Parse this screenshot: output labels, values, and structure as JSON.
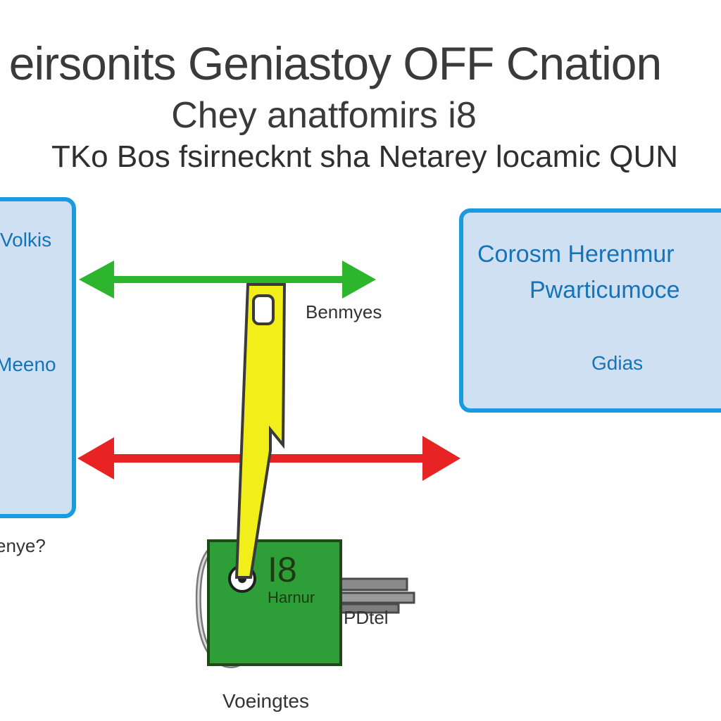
{
  "title": {
    "line1": "eirsonits Geniastoy OFF Cnation",
    "line2": "Chey anatfomirs i8",
    "line3": "TKo Bos fsirnecknt sha Netarey locamic QUN"
  },
  "left_box": {
    "top_label": "Volkis",
    "mid_label": "Meeno"
  },
  "right_box": {
    "line1": "Corosm Herenmur",
    "line2": "Pwarticumoce",
    "small_label": "Gdias"
  },
  "labels": {
    "middle": "Benmyes",
    "left_bottom": "enye?",
    "key_tab": "PDtel",
    "bottom": "Voeingtes"
  },
  "tag": {
    "number": "I8",
    "caption": "Harnur"
  },
  "colors": {
    "box_border": "#1a9be0",
    "box_fill": "#cfe0f2",
    "arrow_green": "#2db52d",
    "arrow_red": "#e82323",
    "lever_yellow": "#f2ee1a",
    "tag_green": "#2e9e38"
  }
}
